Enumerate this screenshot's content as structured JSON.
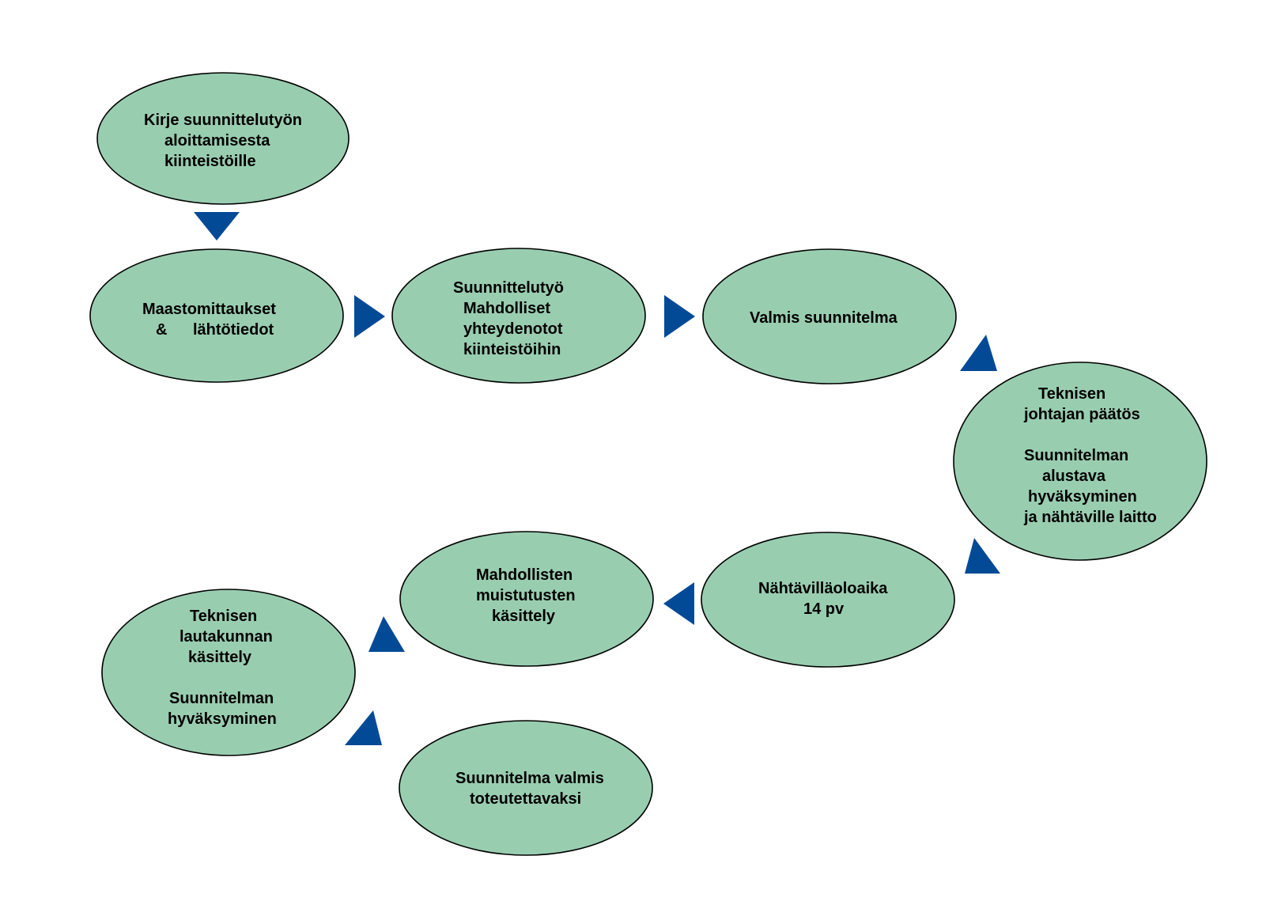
{
  "colors": {
    "node_fill": "#99cdb0",
    "node_stroke": "#000000",
    "arrow_fill": "#034a96",
    "background": "#ffffff"
  },
  "nodes": {
    "kirje": {
      "lines": [
        "Kirje suunnittelutyön",
        "aloittamisesta",
        "kiinteistöille"
      ]
    },
    "maastomittaukset": {
      "lines": [
        "Maastomittaukset",
        "&",
        "lähtötiedot"
      ]
    },
    "suunnittelutyo": {
      "lines": [
        "Suunnittelutyö",
        "Mahdolliset",
        "yhteydenotot",
        "kiinteistöihin"
      ]
    },
    "valmis": {
      "lines": [
        "Valmis suunnitelma"
      ]
    },
    "teknisen_johtajan": {
      "lines": [
        "Teknisen",
        "johtajan päätös",
        "Suunnitelman",
        "alustava",
        "hyväksyminen",
        "ja nähtäville laitto"
      ]
    },
    "nahtavilla": {
      "lines": [
        "Nähtävilläoloaika",
        "14 pv"
      ]
    },
    "muistutukset": {
      "lines": [
        "Mahdollisten",
        "muistutusten",
        "käsittely"
      ]
    },
    "lautakunta": {
      "lines": [
        "Teknisen",
        "lautakunnan",
        "käsittely",
        "Suunnitelman",
        "hyväksyminen"
      ]
    },
    "toteutettavaksi": {
      "lines": [
        "Suunnitelma valmis",
        "toteutettavaksi"
      ]
    }
  }
}
